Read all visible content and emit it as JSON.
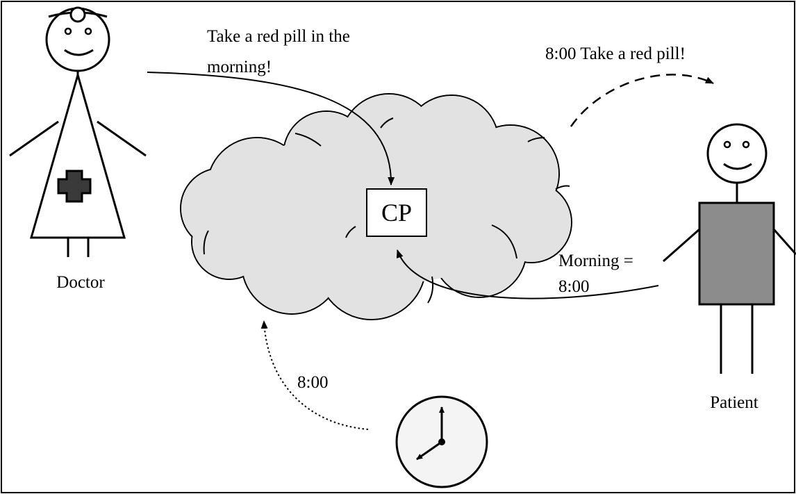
{
  "labels": {
    "doctor": "Doctor",
    "patient": "Patient",
    "cp": "CP"
  },
  "messages": {
    "doctor_line1": "Take a red pill in the",
    "doctor_line2": "morning!",
    "notify": "8:00 Take a red pill!",
    "patient_line1": "Morning =",
    "patient_line2": "8:00",
    "clock": "8:00"
  },
  "colors": {
    "cloud_fill": "#e2e2e2",
    "patient_body": "#8c8c8c",
    "cross": "#3a3a3a",
    "clock_face": "#f4f4f4"
  }
}
